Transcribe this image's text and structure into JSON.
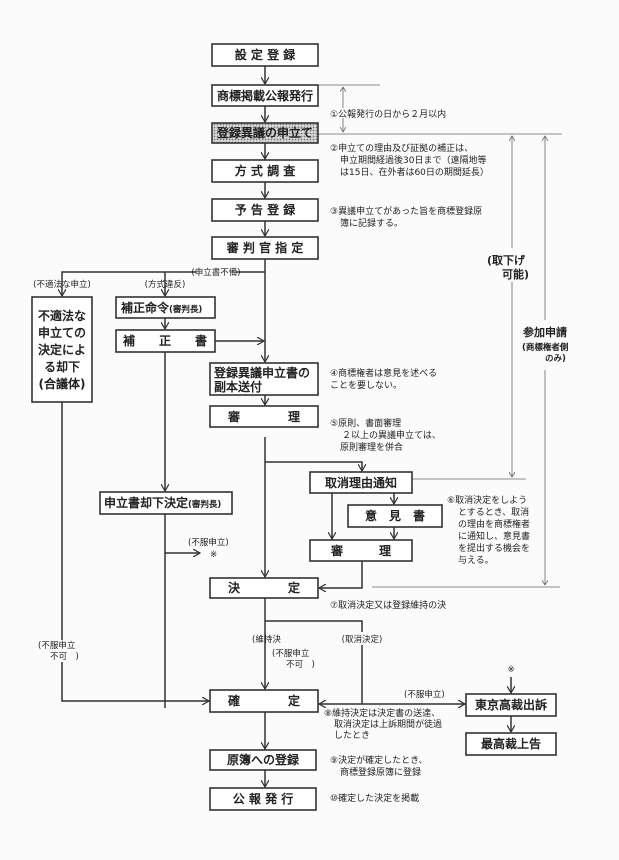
{
  "boxes": {
    "settei": "設 定 登 録",
    "koho": "商標掲載公報発行",
    "moshitate": "登録異議の申立て",
    "hoshiki": "方 式 調 査",
    "yokoku": "予 告 登 録",
    "shinpankan": "審 判 官 指 定",
    "futekiho": [
      "不適法な",
      "申立ての",
      "決定によ",
      "る却下",
      "(合議体)"
    ],
    "hosei_meirei": "補正命令",
    "hosei_meirei_sub": "(審判長)",
    "hoseisho": "補　　正　　書",
    "fukuhon": [
      "登録異議申立書の",
      "副本送付"
    ],
    "shinri1": "審　　　　理",
    "torikeshi_riyu": "取消理由通知",
    "ikensho": "意　見　書",
    "shinri2": "審　　　理",
    "kyakka": "申立書却下決定",
    "kyakka_sub": "(審判長)",
    "kettei": "決　　　　定",
    "kakutei": "確　　　　定",
    "genbo": "原簿への登録",
    "koho2": "公 報 発 行",
    "tokyo": "東京高裁出訴",
    "saikosai": "最高裁上告"
  },
  "labels": {
    "fubi": "(申立書不備)",
    "futekiho_moshitate": "(不適法な申立)",
    "hoshiki_ihan": "(方式違反)",
    "fufuku1": "(不服申立)",
    "asterisk": "※",
    "fufuku_fuka_left": [
      "(不服申立",
      "不可　)"
    ],
    "iji": "(維持決",
    "fufuku_fuka_mid": [
      "(不服申立",
      "不可　)"
    ],
    "torikeshi_kettei": "(取消決定)",
    "fufuku2": "(不服申立)",
    "asterisk2": "※",
    "torisage": [
      "(取下げ",
      "可能)"
    ],
    "sanka": "参加申請",
    "sanka_sub": [
      "(商標権者側",
      "のみ)"
    ]
  },
  "notes": {
    "n1": [
      "①公報発行の日から２月以内"
    ],
    "n2": [
      "②申立ての理由及び証拠の補正は、",
      "申立期間経過後30日まで（遠隔地等",
      "は15日、在外者は60日の期間延長）"
    ],
    "n3": [
      "③異議申立てがあった旨を商標登録原",
      "簿に記録する。"
    ],
    "n4": [
      "④商標権者は意見を述べる",
      "ことを要しない。"
    ],
    "n5": [
      "⑤原則、書面審理",
      "２以上の異議申立ては、",
      "原則審理を併合"
    ],
    "n6": [
      "⑥取消決定をしよう",
      "とするとき、取消",
      "の理由を商標権者",
      "に通知し、意見書",
      "を提出する機会を",
      "与える。"
    ],
    "n7": [
      "⑦取消決定又は登録維持の決"
    ],
    "n8": [
      "⑧維持決定は決定書の送達、",
      "取消決定は上訴期間が徒過",
      "したとき"
    ],
    "n9": [
      "⑨決定が確定したとき、",
      "商標登録原簿に登録"
    ],
    "n10": [
      "⑩確定した決定を掲載"
    ]
  },
  "colors": {
    "line": "#333333",
    "hatch": "#9a9a9a"
  }
}
